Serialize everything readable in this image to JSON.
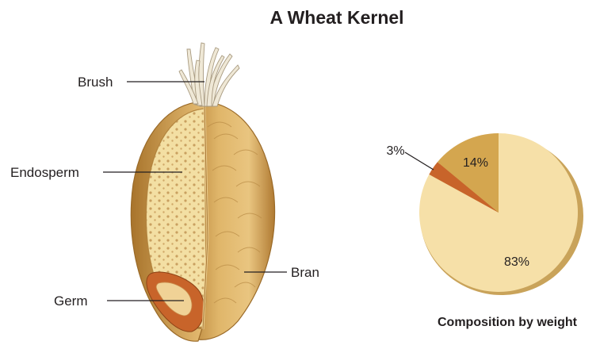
{
  "title": "A Wheat Kernel",
  "labels": {
    "brush": "Brush",
    "endosperm": "Endosperm",
    "germ": "Germ",
    "bran": "Bran"
  },
  "pie": {
    "caption": "Composition by weight",
    "slices": [
      {
        "part": "Endosperm",
        "value": 83,
        "label": "83%",
        "color": "#f6e0a8"
      },
      {
        "part": "Germ",
        "value": 3,
        "label": "3%",
        "color": "#c8642a"
      },
      {
        "part": "Bran",
        "value": 14,
        "label": "14%",
        "color": "#d4a64f"
      }
    ]
  },
  "colors": {
    "bran_shell": "#d9ab5c",
    "endosperm_fill": "#f3dfa3",
    "endosperm_dots": "#c9a060",
    "germ_outer": "#c8642a",
    "germ_inner": "#f0d296",
    "brush_hair": "#efe8d6"
  }
}
